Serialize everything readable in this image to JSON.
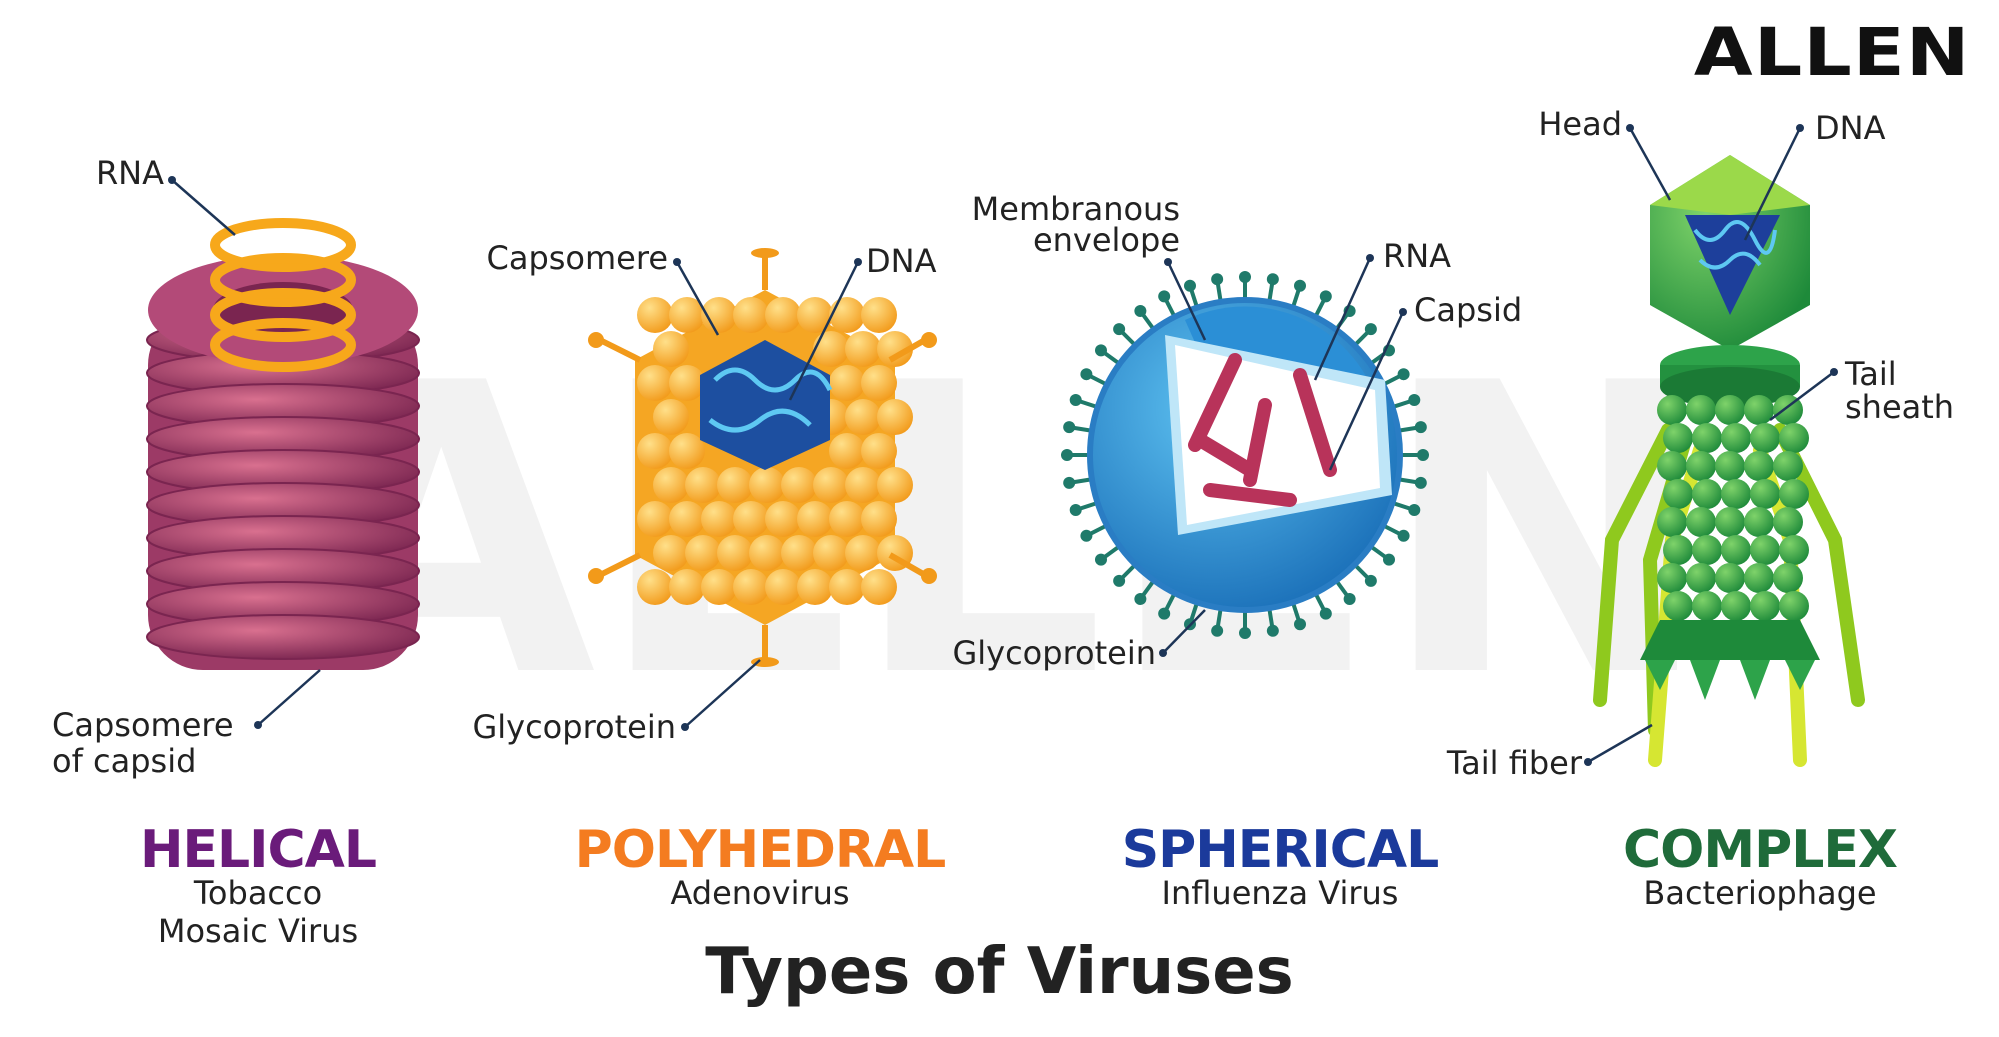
{
  "brand": "ALLEN",
  "title": "Types of Viruses",
  "colors": {
    "helical": "#6a1b7a",
    "polyhedral": "#f47c20",
    "spherical": "#1b3a9b",
    "complex": "#1f6b3a",
    "leader": "#1d3557"
  },
  "helical": {
    "name": "HELICAL",
    "example_line1": "Tobacco",
    "example_line2": "Mosaic Virus",
    "labels": {
      "rna": "RNA",
      "capsomere_line1": "Capsomere",
      "capsomere_line2": "of capsid"
    }
  },
  "polyhedral": {
    "name": "POLYHEDRAL",
    "example": "Adenovirus",
    "labels": {
      "capsomere": "Capsomere",
      "dna": "DNA",
      "glycoprotein": "Glycoprotein"
    }
  },
  "spherical": {
    "name": "SPHERICAL",
    "example": "Influenza Virus",
    "labels": {
      "envelope_line1": "Membranous",
      "envelope_line2": "envelope",
      "rna": "RNA",
      "capsid": "Capsid",
      "glycoprotein": "Glycoprotein"
    }
  },
  "complex": {
    "name": "COMPLEX",
    "example": "Bacteriophage",
    "labels": {
      "head": "Head",
      "dna": "DNA",
      "tail_line1": "Tail",
      "tail_line2": "sheath",
      "tail_fiber": "Tail fiber"
    }
  }
}
